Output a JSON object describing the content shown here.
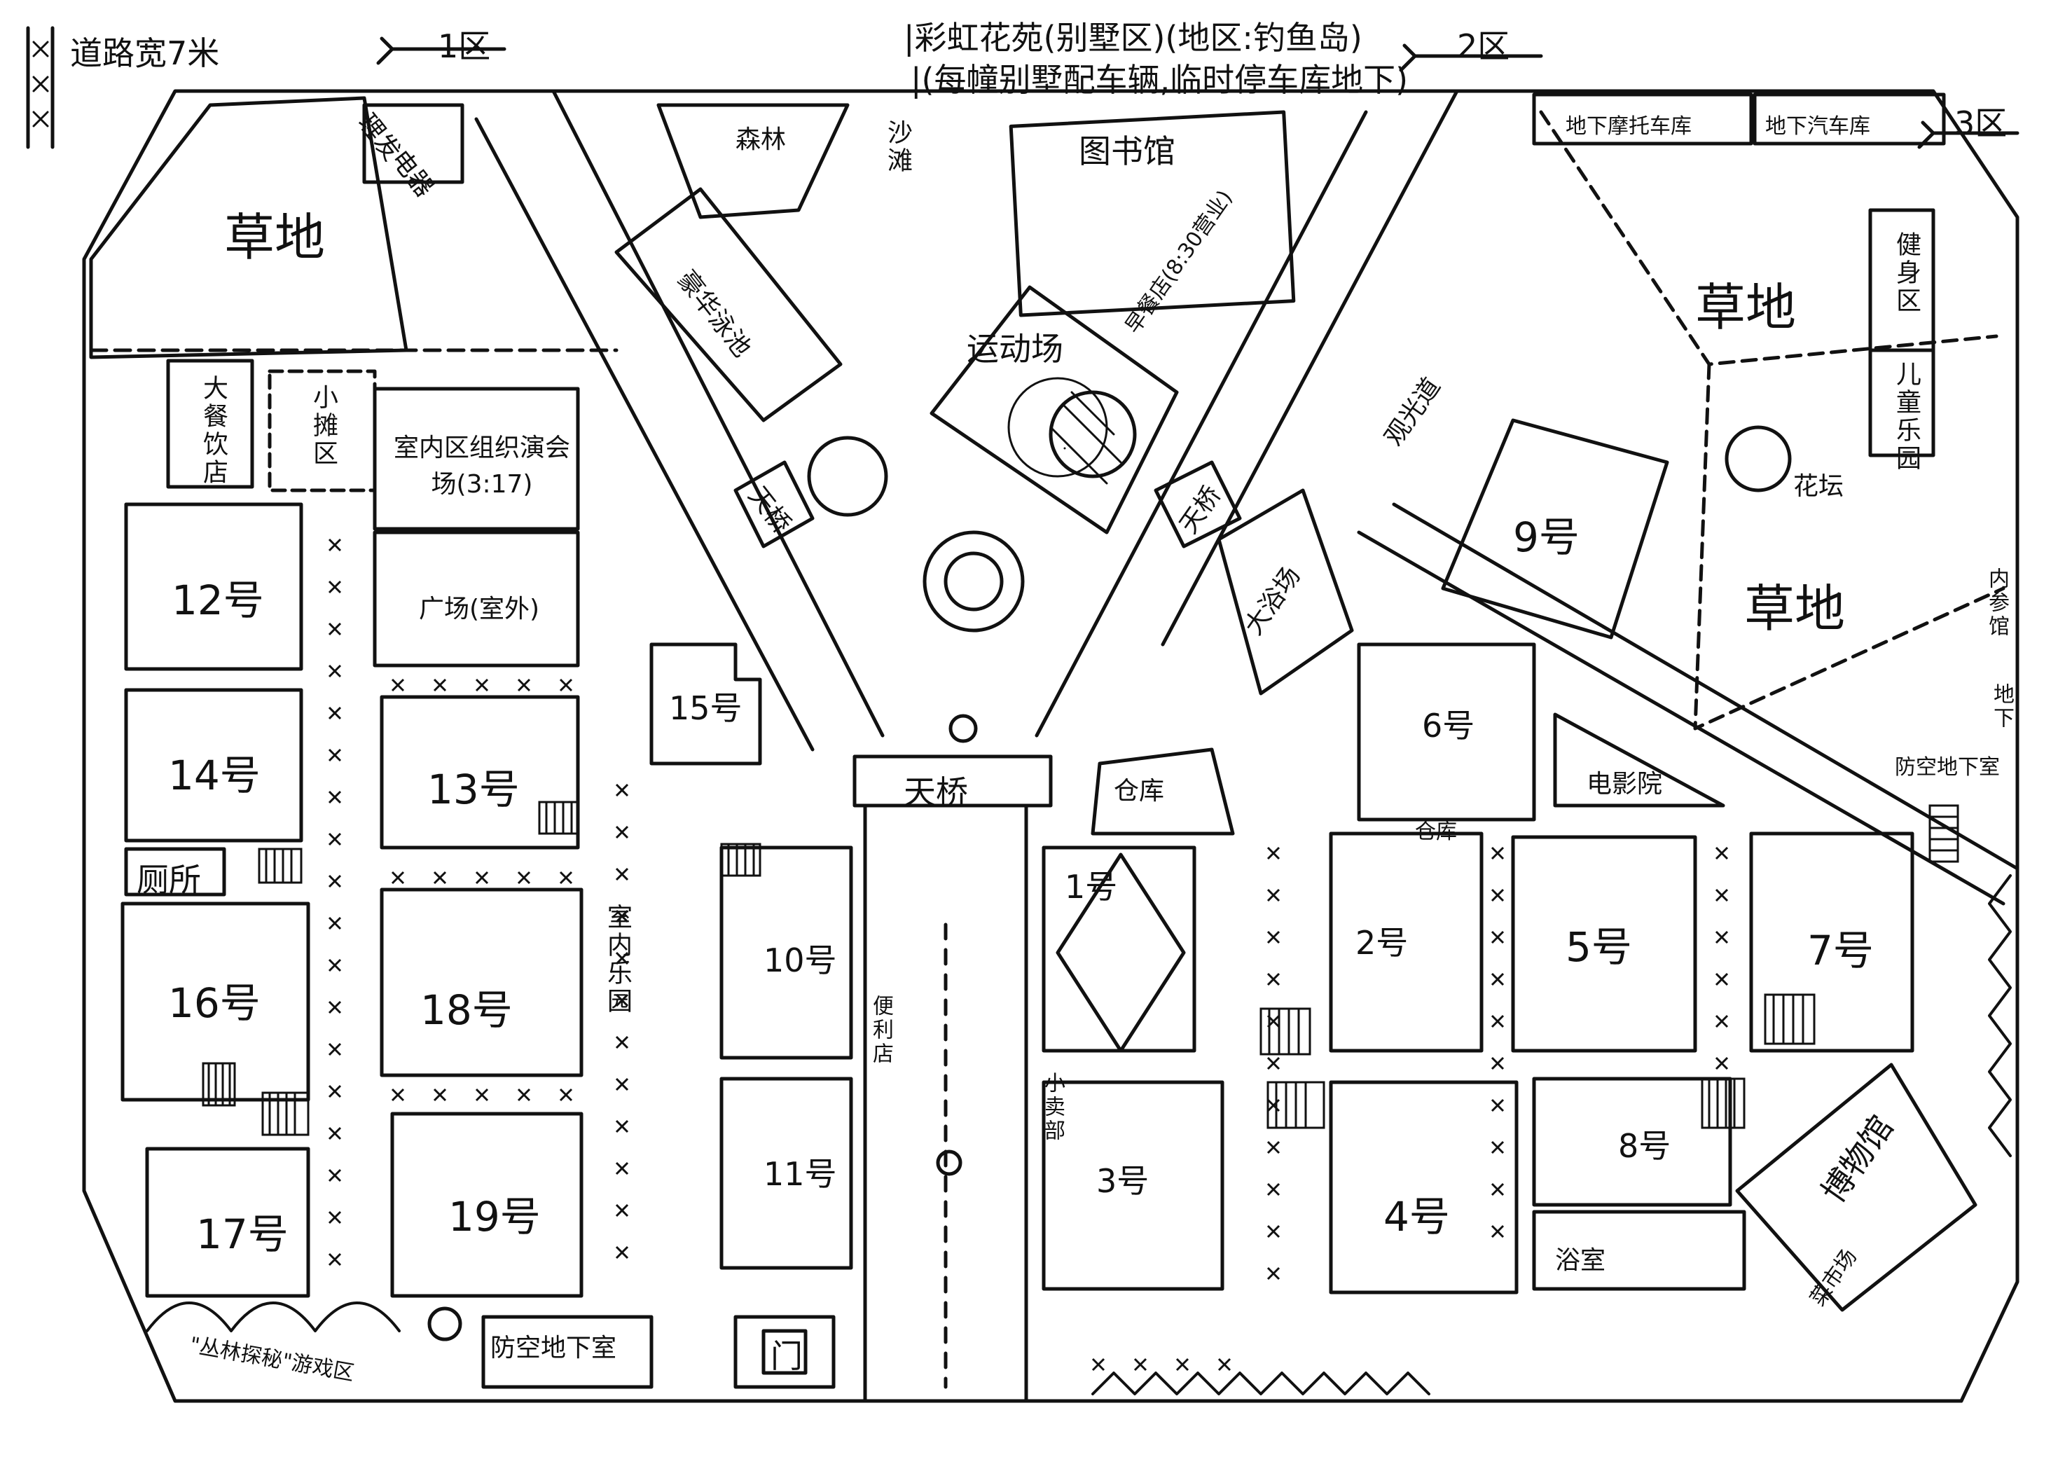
{
  "header": {
    "title": "|彩虹花苑(别墅区)(地区:钓鱼岛)",
    "subtitle": "|(每幢别墅配车辆,临时停车库地下)"
  },
  "legend": {
    "road_width": "道路宽7米"
  },
  "zones": {
    "zone1": "1区",
    "zone2": "2区",
    "zone3": "3区"
  },
  "top_left": {
    "grass": "草地",
    "barber": "理发",
    "telecom": "电器",
    "restaurant": "大餐饮店",
    "vendor": "小摊区",
    "indoor_hall": "室内区组织演会场(3:17)",
    "plaza": "广场(室外)"
  },
  "top_center": {
    "woods": "森林",
    "sand": "沙滩",
    "pool": "豪华泳池",
    "library": "图书馆",
    "breakfast": "早餐店(8:30营业)",
    "stadium": "运动场",
    "bridge_left": "天桥",
    "bridge_right": "天桥",
    "big_pool": "大浴场"
  },
  "top_right": {
    "garage_moto": "地下摩托车库",
    "garage_car": "地下汽车库",
    "grass_a": "草地",
    "grass_b": "草地",
    "fitness": "健身区",
    "kids": "儿童乐园",
    "flower": "花坛",
    "viewing_path": "观光道",
    "outer_area": "内参馆",
    "underground_right": "地下",
    "underground_shelter": "防空地下室"
  },
  "buildings": {
    "b1": "1号",
    "b2": "2号",
    "b3": "3号",
    "b4": "4号",
    "b5": "5号",
    "b6": "6号",
    "b7": "7号",
    "b8": "8号",
    "b9": "9号",
    "b10": "10号",
    "b11": "11号",
    "b12": "12号",
    "b13": "13号",
    "b14": "14号",
    "b15": "15号",
    "b16": "16号",
    "b17": "17号",
    "b18": "18号",
    "b19": "19号"
  },
  "bottom": {
    "toilet": "厕所",
    "warehouse": "仓库",
    "warehouse_small": "仓库",
    "cinema": "电影院",
    "museum": "博物馆",
    "bath": "浴室",
    "shelter": "防空地下室",
    "forest_game": "\"丛林探秘\"游戏区",
    "seat_area": "室内乐园",
    "bridge_bottom": "天桥",
    "shop_left": "便利店",
    "shop_right": "小卖部",
    "gate": "门",
    "market": "菜市场"
  },
  "colors": {
    "ink": "#111111",
    "paper": "#ffffff",
    "water": "#444444"
  }
}
